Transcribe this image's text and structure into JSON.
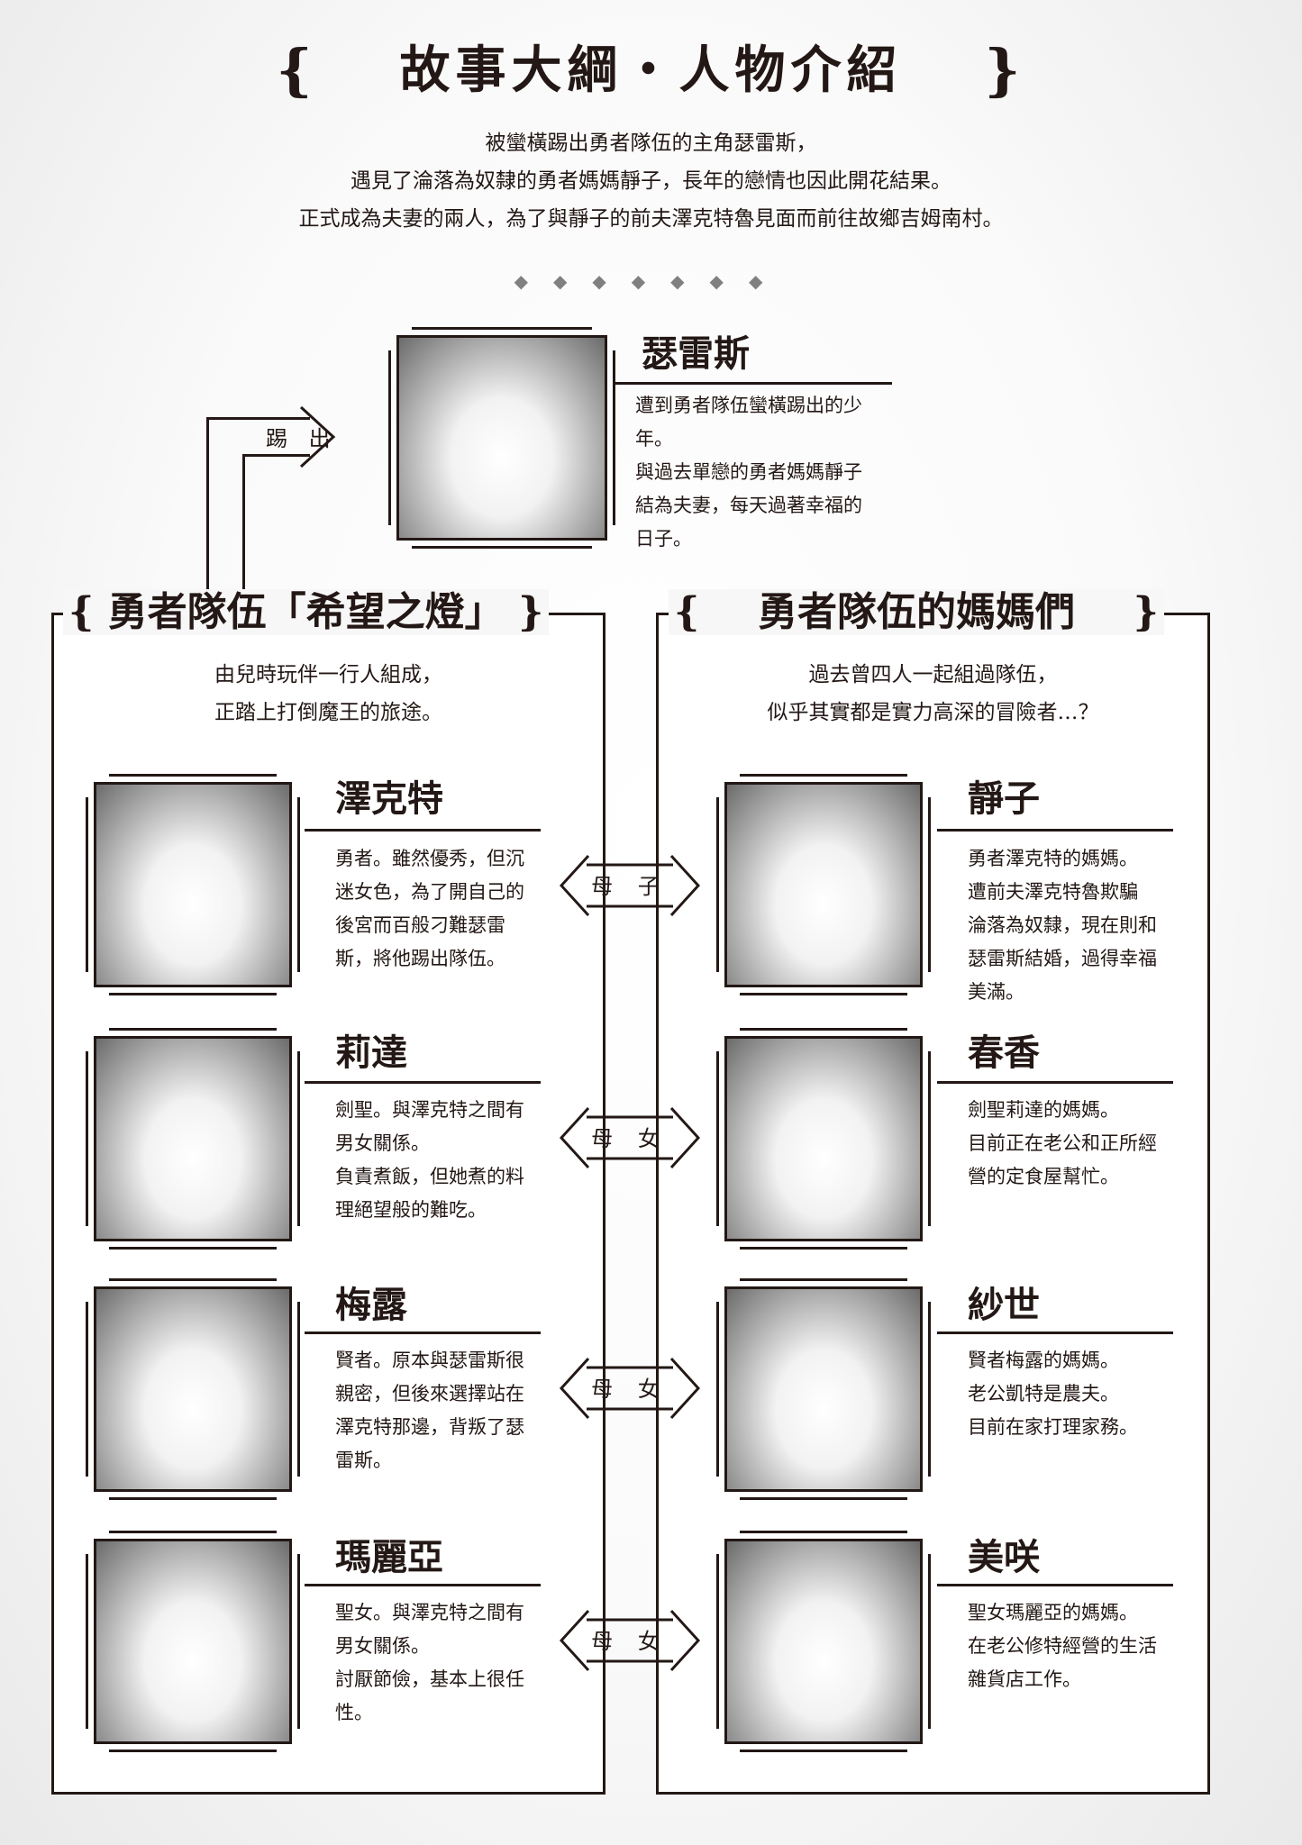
{
  "header": {
    "title": "故事大綱・人物介紹",
    "brace_left": "{",
    "brace_right": "}",
    "intro_lines": [
      "被蠻橫踢出勇者隊伍的主角瑟雷斯，",
      "遇見了淪落為奴隸的勇者媽媽靜子，長年的戀情也因此開花結果。",
      "正式成為夫妻的兩人，為了與靜子的前夫澤克特魯見面而前往故鄉吉姆南村。"
    ],
    "divider": "◆◆◆◆◆◆◆"
  },
  "protagonist": {
    "name": "瑟雷斯",
    "desc_lines": [
      "遭到勇者隊伍蠻橫踢出的少",
      "年。",
      "與過去單戀的勇者媽媽靜子",
      "結為夫妻，每天過著幸福的",
      "日子。"
    ],
    "kick_label": "踢 出"
  },
  "left_section": {
    "title": "勇者隊伍「希望之燈」",
    "brace_left": "{",
    "brace_right": "}",
    "subtitle_lines": [
      "由兒時玩伴一行人組成，",
      "正踏上打倒魔王的旅途。"
    ],
    "characters": [
      {
        "name": "澤克特",
        "desc_lines": [
          "勇者。雖然優秀，但沉",
          "迷女色，為了開自己的",
          "後宮而百般刁難瑟雷",
          "斯，將他踢出隊伍。"
        ]
      },
      {
        "name": "莉達",
        "desc_lines": [
          "劍聖。與澤克特之間有",
          "男女關係。",
          "負責煮飯，但她煮的料",
          "理絕望般的難吃。"
        ]
      },
      {
        "name": "梅露",
        "desc_lines": [
          "賢者。原本與瑟雷斯很",
          "親密，但後來選擇站在",
          "澤克特那邊，背叛了瑟",
          "雷斯。"
        ]
      },
      {
        "name": "瑪麗亞",
        "desc_lines": [
          "聖女。與澤克特之間有",
          "男女關係。",
          "討厭節儉，基本上很任",
          "性。"
        ]
      }
    ]
  },
  "right_section": {
    "title": "勇者隊伍的媽媽們",
    "brace_left": "{",
    "brace_right": "}",
    "subtitle_lines": [
      "過去曾四人一起組過隊伍，",
      "似乎其實都是實力高深的冒險者…？"
    ],
    "characters": [
      {
        "name": "靜子",
        "desc_lines": [
          "勇者澤克特的媽媽。",
          "遭前夫澤克特魯欺騙",
          "淪落為奴隸，現在則和",
          "瑟雷斯結婚，過得幸福",
          "美滿。"
        ]
      },
      {
        "name": "春香",
        "desc_lines": [
          "劍聖莉達的媽媽。",
          "目前正在老公和正所經",
          "營的定食屋幫忙。"
        ]
      },
      {
        "name": "紗世",
        "desc_lines": [
          "賢者梅露的媽媽。",
          "老公凱特是農夫。",
          "目前在家打理家務。"
        ]
      },
      {
        "name": "美咲",
        "desc_lines": [
          "聖女瑪麗亞的媽媽。",
          "在老公修特經營的生活",
          "雜貨店工作。"
        ]
      }
    ]
  },
  "relations": [
    {
      "label": "母 子"
    },
    {
      "label": "母 女"
    },
    {
      "label": "母 女"
    },
    {
      "label": "母 女"
    }
  ],
  "colors": {
    "ink": "#231815",
    "diamond": "#808080",
    "paper": "#ffffff"
  }
}
